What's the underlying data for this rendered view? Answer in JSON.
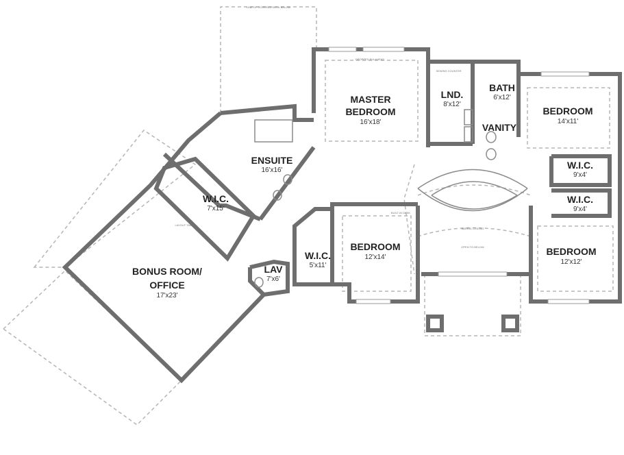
{
  "rooms": {
    "master": {
      "name1": "MASTER",
      "name2": "BEDROOM",
      "size": "16'x18'"
    },
    "laundry": {
      "name": "LND.",
      "size": "8'x12'"
    },
    "bath": {
      "name": "BATH",
      "size": "6'x12'"
    },
    "vanity": {
      "name": "VANITY"
    },
    "bedroom_ne": {
      "name": "BEDROOM",
      "size": "14'x11'"
    },
    "wic_ne1": {
      "name": "W.I.C.",
      "size": "9'x4'"
    },
    "wic_ne2": {
      "name": "W.I.C.",
      "size": "9'x4'"
    },
    "bedroom_se": {
      "name": "BEDROOM",
      "size": "12'x12'"
    },
    "bedroom_s": {
      "name": "BEDROOM",
      "size": "12'x14'"
    },
    "wic_s": {
      "name": "W.I.C.",
      "size": "5'x11'"
    },
    "lav": {
      "name": "LAV",
      "size": "7'x6'"
    },
    "ensuite": {
      "name": "ENSUITE",
      "size": "16'x16'"
    },
    "wic_ensuite": {
      "name": "W.I.C.",
      "size": "7'x15'"
    },
    "bonus": {
      "name1": "BONUS ROOM/",
      "name2": "OFFICE",
      "size": "17'x23'"
    }
  },
  "notes": {
    "covered_deck": "LINE OF COVERED DECK BELOW",
    "dropped_bulkhead": "DROPPED BULKHEAD",
    "sewing_counter": "SEWING COUNTER",
    "built_in_desk": "BUILT-IN DESK",
    "barrel_ceiling": "BARREL CEILING",
    "open_to_below": "OPEN TO BELOW",
    "layout_table": "LAYOUT TABLE"
  }
}
